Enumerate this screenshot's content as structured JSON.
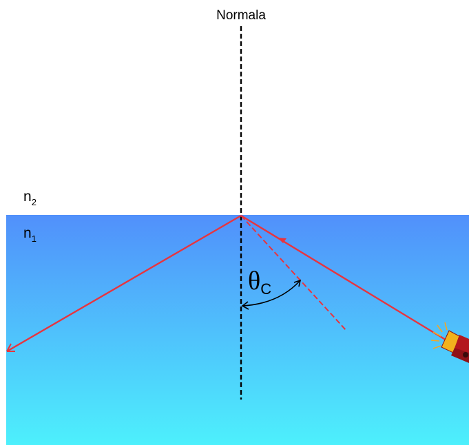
{
  "labels": {
    "normal": "Normala",
    "n2": {
      "symbol": "n",
      "subscript": "2"
    },
    "n1": {
      "symbol": "n",
      "subscript": "1"
    },
    "angle": {
      "symbol": "θ",
      "subscript": "C"
    }
  },
  "icons": {
    "light_source": "flashlight-icon"
  },
  "colors": {
    "upper_medium": "#ffffff",
    "water_top": "#5190fb",
    "water_bottom": "#4df0fc",
    "ray": "#e8343e",
    "normal_line": "#000000",
    "flashlight_body": "#b3171e",
    "flashlight_glow": "#f6a623"
  }
}
